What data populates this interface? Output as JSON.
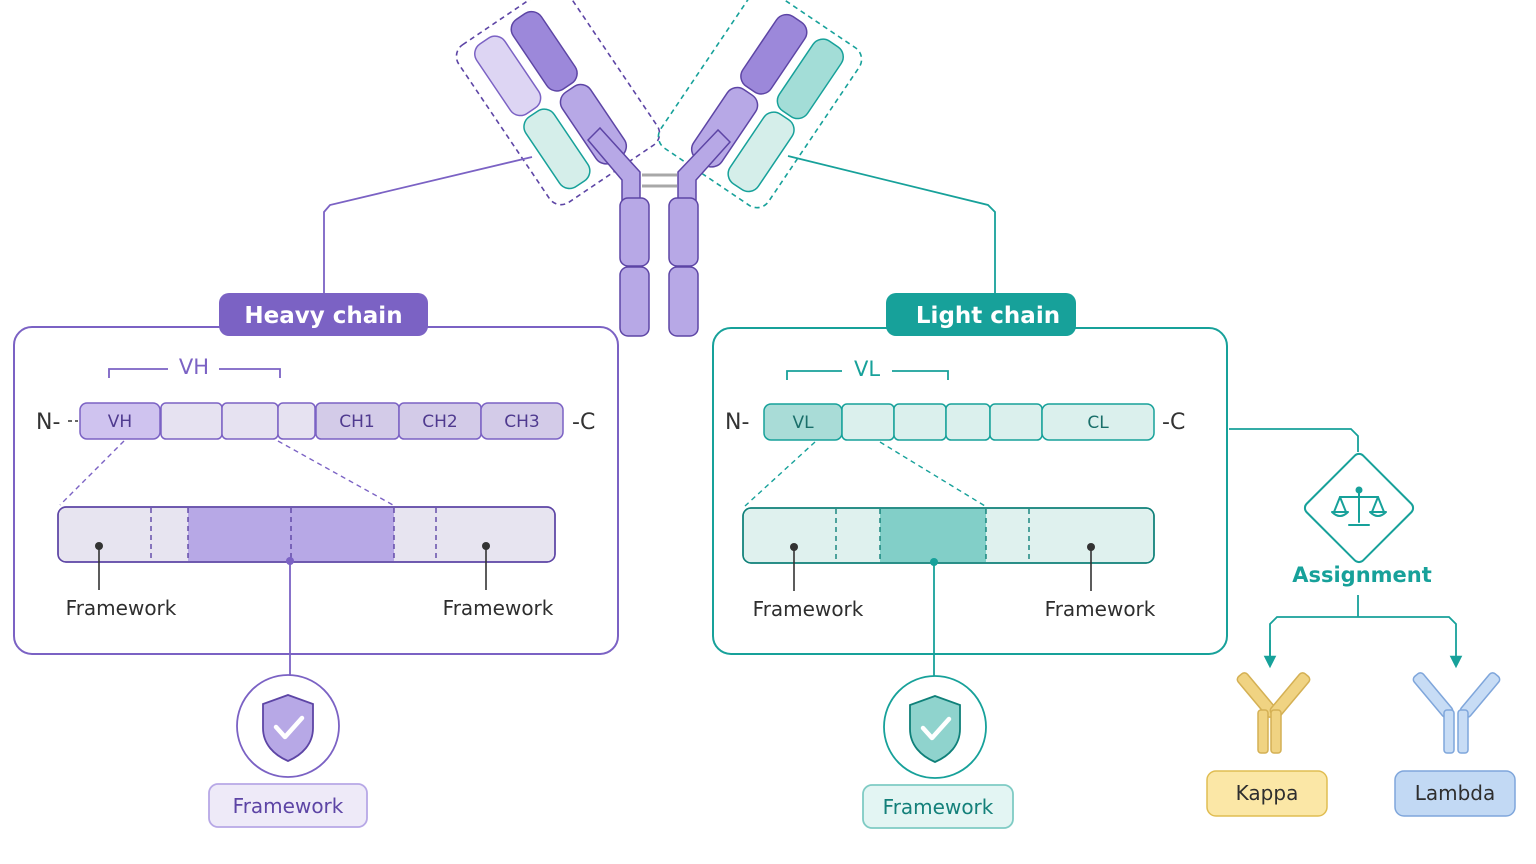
{
  "heavy": {
    "title": "Heavy chain",
    "n_term": "N-",
    "c_term": "-C",
    "bracket": "VH",
    "segments": [
      "VH",
      "",
      "",
      "",
      "CH1",
      "CH2",
      "CH3"
    ],
    "framework_left": "Framework",
    "framework_right": "Framework",
    "badge": "Framework",
    "badge_icon": "shield-check-icon"
  },
  "light": {
    "title": "Light chain",
    "n_term": "N-",
    "c_term": "-C",
    "bracket": "VL",
    "segments": [
      "VL",
      "",
      "",
      "",
      "",
      "CL"
    ],
    "framework_left": "Framework",
    "framework_right": "Framework",
    "badge": "Framework",
    "badge_icon": "shield-check-icon"
  },
  "assignment": {
    "label": "Assignment",
    "icon": "balance-scale-icon",
    "kappa": "Kappa",
    "lambda": "Lambda"
  },
  "colors": {
    "heavy_accent": "#7b62c4",
    "heavy_fill": "#b7a8e6",
    "light_accent": "#17a19a",
    "light_fill": "#bfe6e2",
    "kappa": "#f0d382",
    "lambda": "#a9c8ee"
  }
}
